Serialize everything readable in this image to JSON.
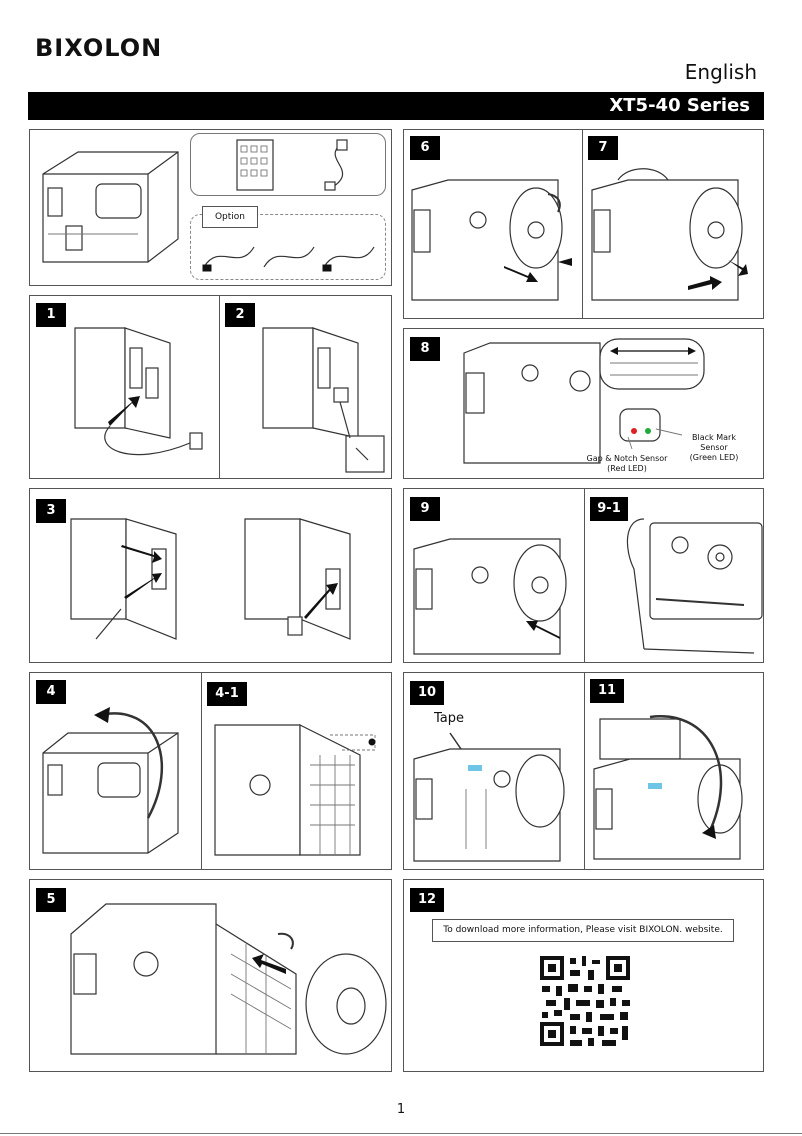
{
  "header": {
    "brand": "BIXOLON",
    "language": "English",
    "series_title": "XT5-40 Series"
  },
  "box_contents": {
    "option_label": "Option"
  },
  "steps": {
    "s1": "1",
    "s2": "2",
    "s3": "3",
    "s4": "4",
    "s4_1": "4-1",
    "s5": "5",
    "s6": "6",
    "s7": "7",
    "s8": "8",
    "s9": "9",
    "s9_1": "9-1",
    "s10": "10",
    "s11": "11",
    "s12": "12"
  },
  "sensors": {
    "black_mark": "Black Mark Sensor (Green LED)",
    "gap_notch": "Gap & Notch Sensor (Red LED)"
  },
  "labels": {
    "tape": "Tape"
  },
  "download": {
    "notice": "To download more information, Please visit BIXOLON. website."
  },
  "footer": {
    "page_number": "1"
  },
  "colors": {
    "title_bar": "#000000",
    "red_led": "#e02020",
    "green_led": "#1faa3a",
    "tape": "#6fc5e6"
  }
}
